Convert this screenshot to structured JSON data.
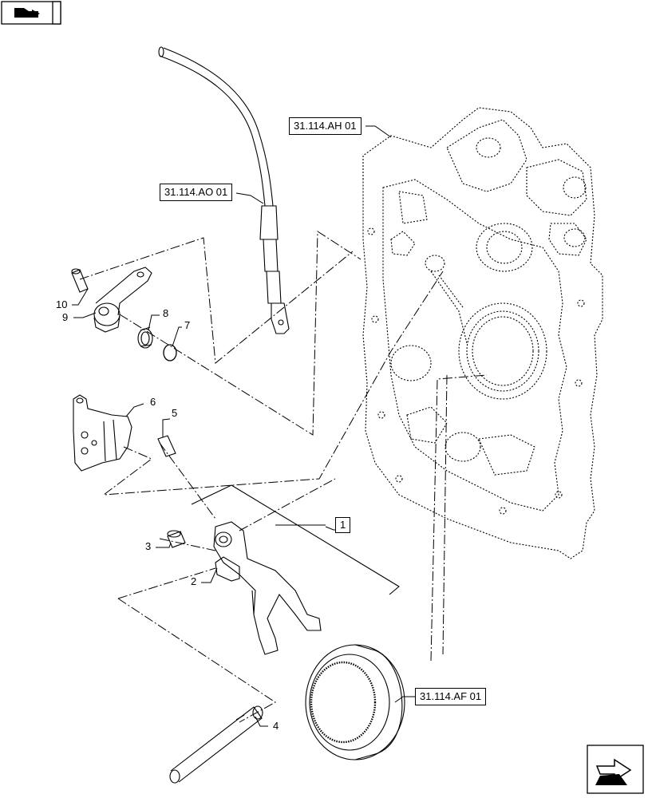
{
  "references": {
    "housing": "31.114.AH 01",
    "cable": "31.114.AO 01",
    "synchronizer": "31.114.AF 01"
  },
  "callouts": {
    "assembly": "1",
    "p2": "2",
    "p3": "3",
    "p4": "4",
    "p5": "5",
    "p6": "6",
    "p7": "7",
    "p8": "8",
    "p9": "9",
    "p10": "10"
  },
  "icons": {
    "top_left": "book-arrow-icon",
    "bottom_right": "next-page-arrow-icon"
  }
}
